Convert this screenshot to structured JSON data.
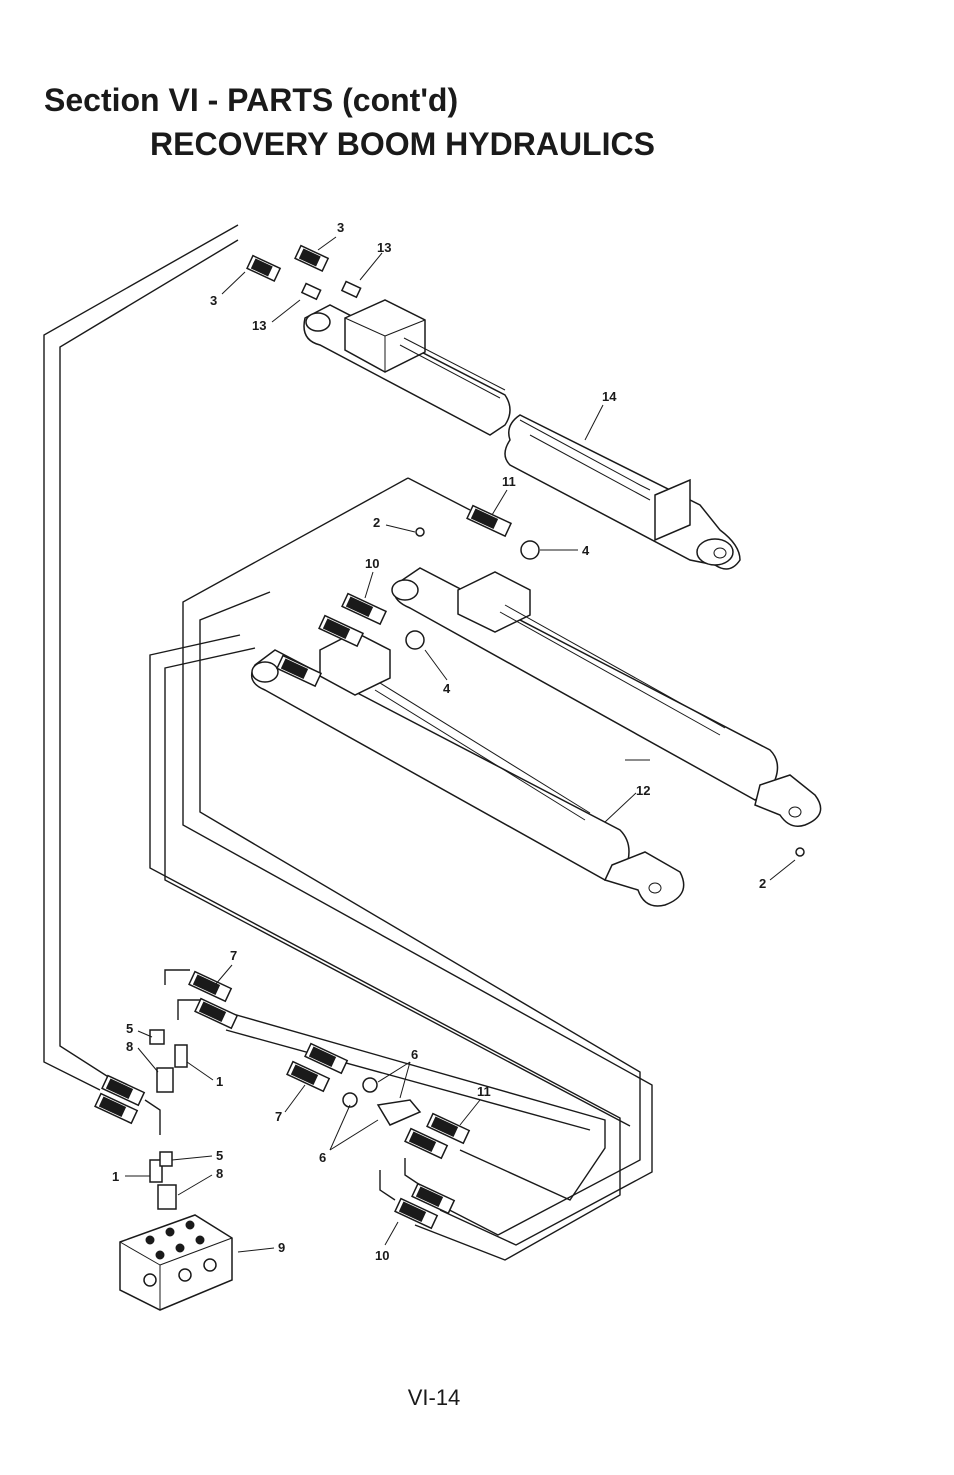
{
  "header": {
    "section_title": "Section VI - PARTS (cont'd)",
    "subtitle": "RECOVERY BOOM HYDRAULICS"
  },
  "callouts": [
    "1",
    "1",
    "2",
    "2",
    "3",
    "3",
    "4",
    "4",
    "5",
    "5",
    "6",
    "6",
    "7",
    "7",
    "8",
    "8",
    "9",
    "10",
    "10",
    "11",
    "11",
    "12",
    "13",
    "13",
    "14"
  ],
  "footer": {
    "page_number": "VI-14"
  }
}
